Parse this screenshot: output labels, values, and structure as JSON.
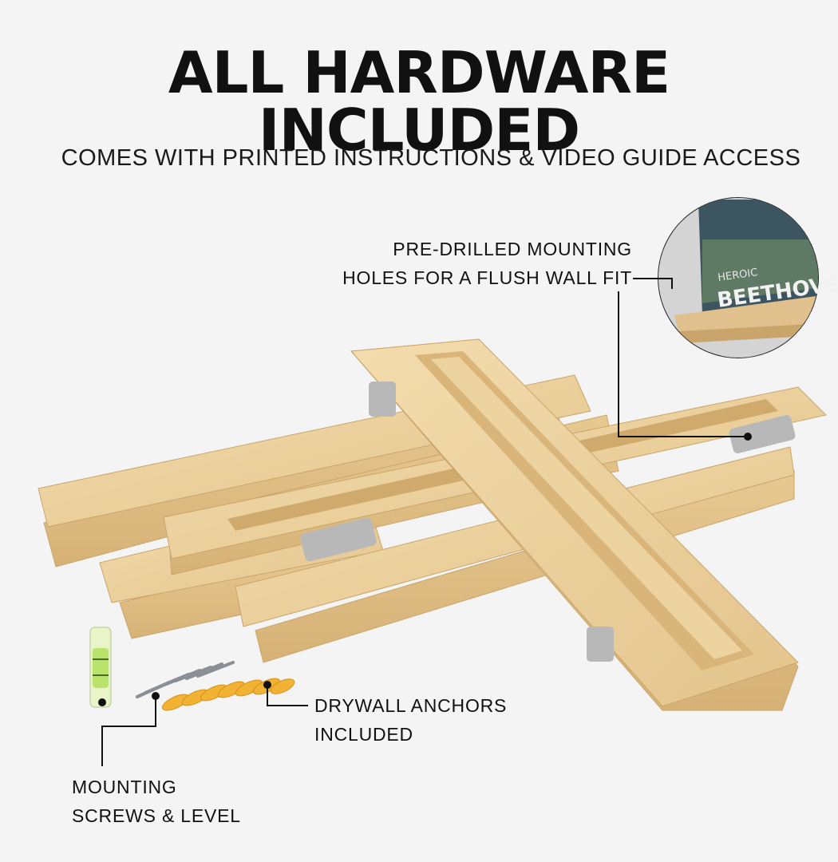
{
  "headline": "ALL HARDWARE INCLUDED",
  "subheadline": "COMES WITH PRINTED INSTRUCTIONS & VIDEO GUIDE ACCESS",
  "callouts": {
    "holes": {
      "line1": "PRE-DRILLED MOUNTING",
      "line2": "HOLES FOR A FLUSH WALL FIT"
    },
    "anchors": {
      "line1": "DRYWALL ANCHORS",
      "line2": "INCLUDED"
    },
    "screws": {
      "line1": "MOUNTING",
      "line2": "SCREWS & LEVEL"
    }
  },
  "inset": {
    "book_line1": "HEROIC",
    "book_line2": "BEETHOVEN"
  },
  "colors": {
    "background": "#f4f4f4",
    "wood": "#ecd3a0",
    "wood_dark": "#d9b57a",
    "text": "#111111",
    "anchor": "#f2b233",
    "level": "#b9e36a"
  }
}
